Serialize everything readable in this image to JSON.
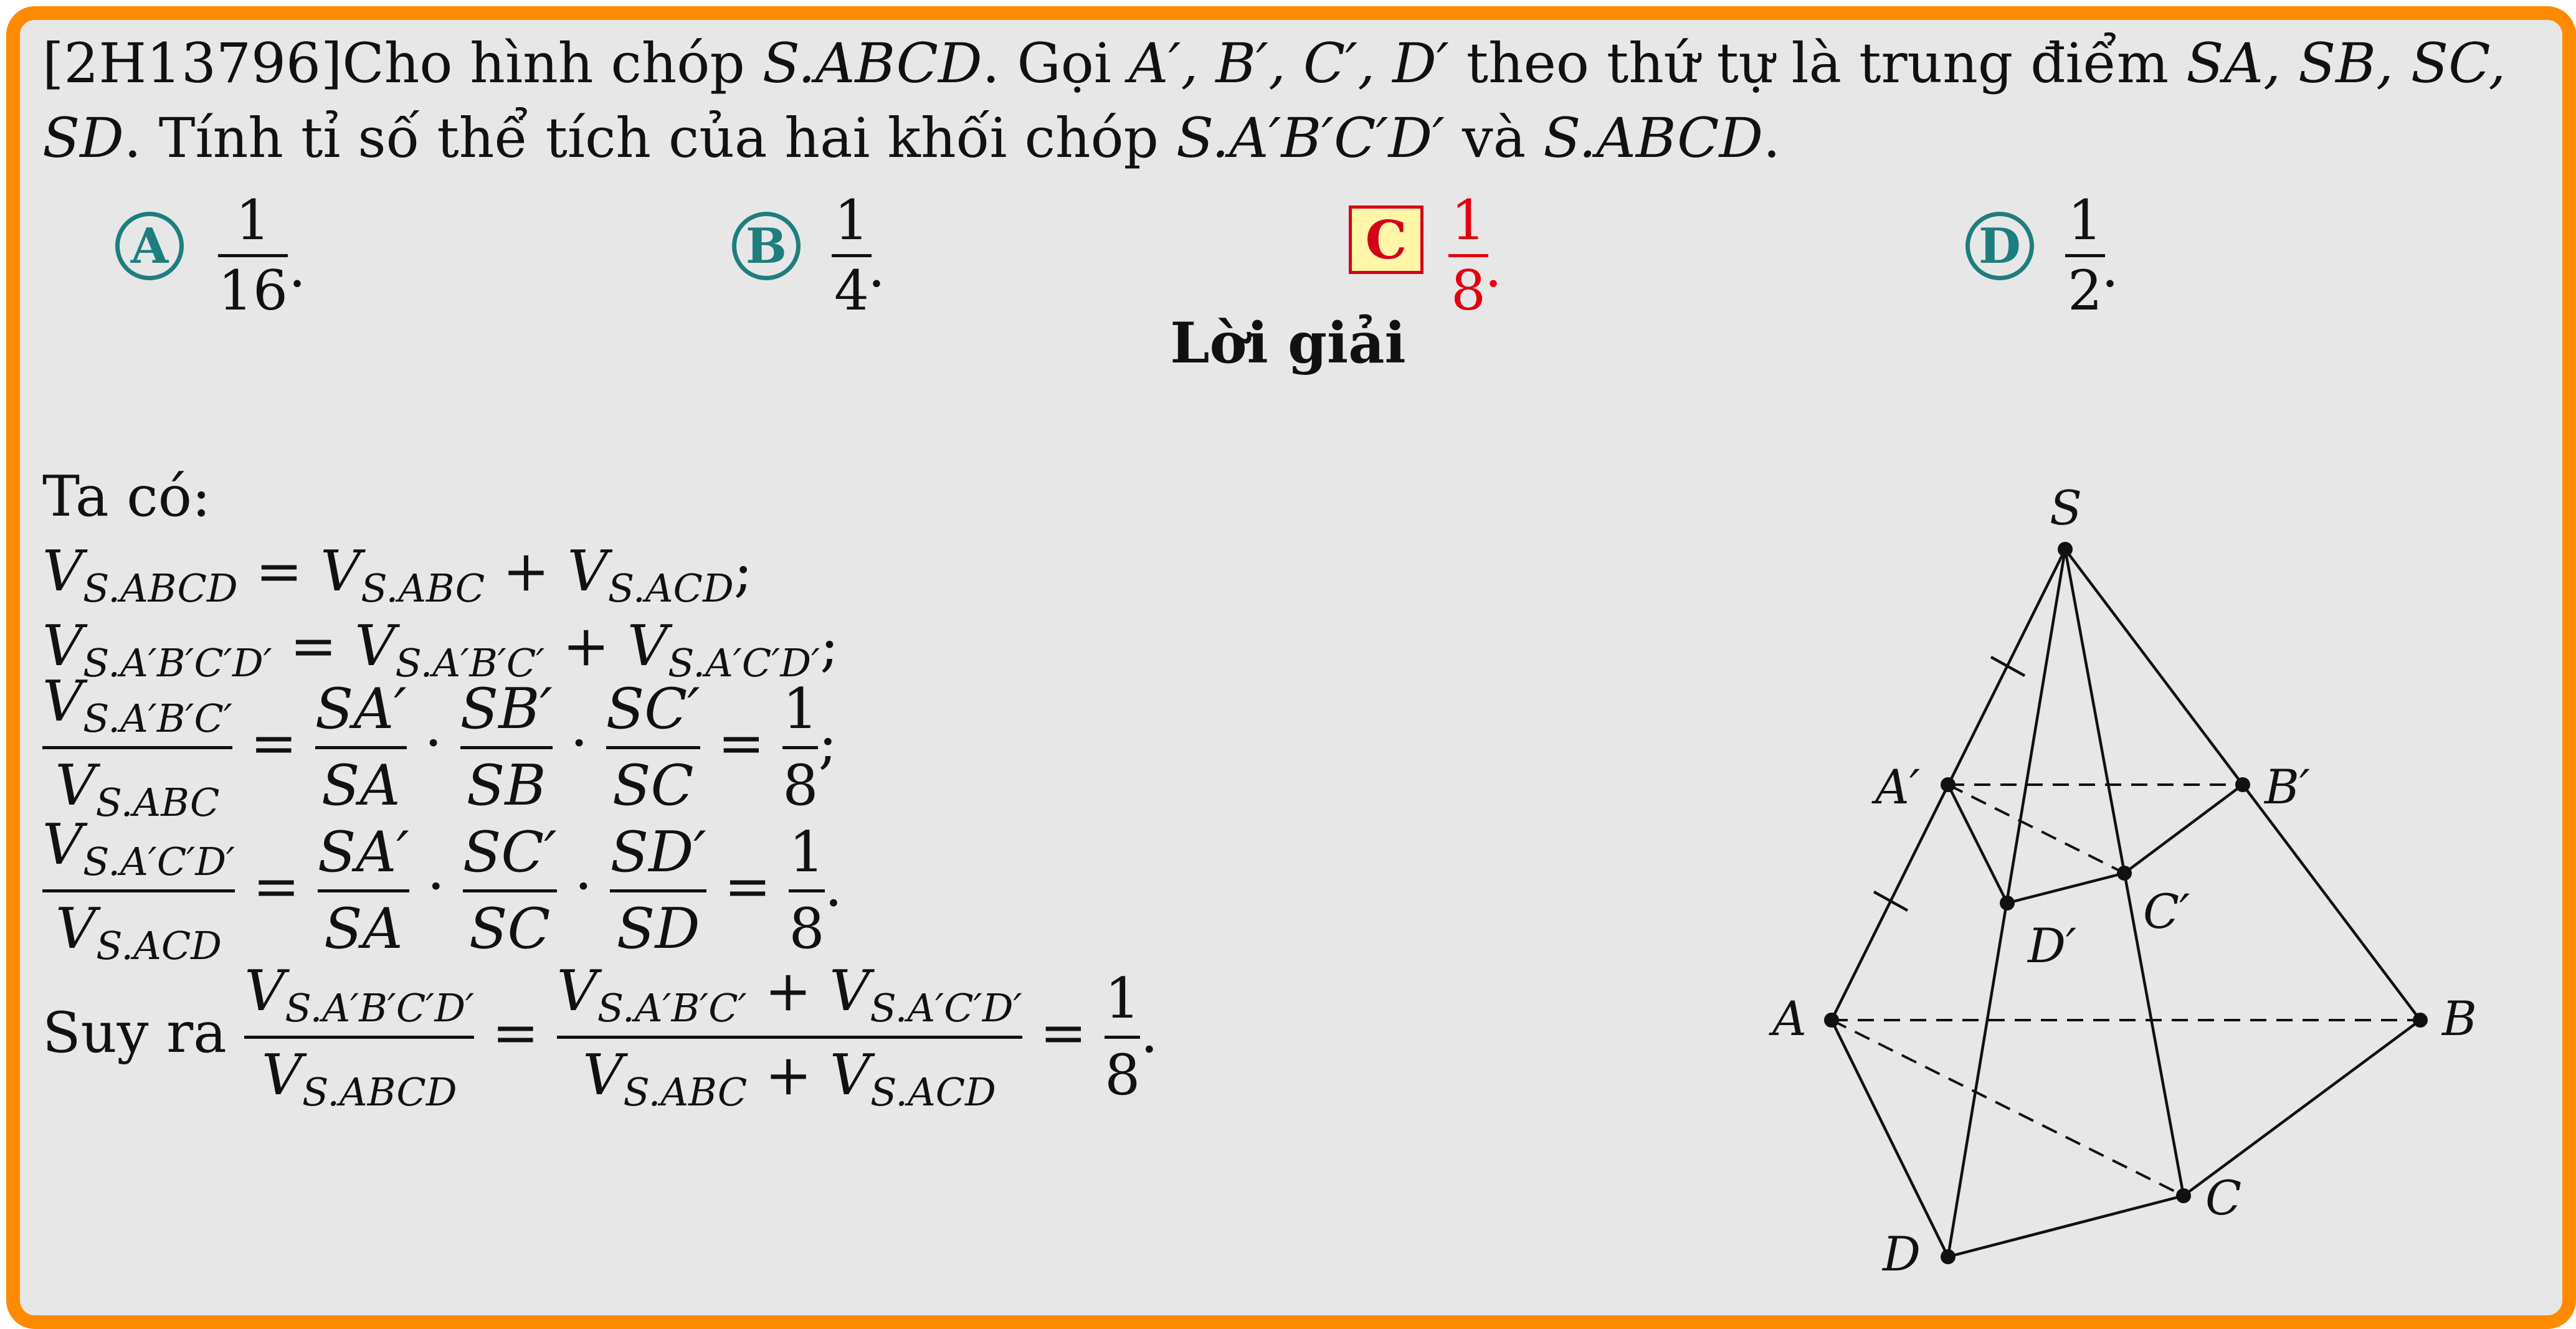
{
  "problem": {
    "code": "[2H13796]",
    "line1_prefix": "Cho hình chóp ",
    "pyramid": "S.ABCD",
    "line1_mid": ". Gọi ",
    "points_primed": "A′, B′, C′, D′",
    "line1_suffix": " theo thứ tự là trung điểm ",
    "edges_line1": "SA, SB, SC,",
    "edge_line2": "SD",
    "line2_text": ". Tính tỉ số thể tích của hai khối chóp ",
    "small_pyramid": "S.A′B′C′D′",
    "conj": " và ",
    "big_pyramid": "S.ABCD",
    "end": "."
  },
  "choices": [
    {
      "letter": "A",
      "num": "1",
      "den": "16",
      "correct": false
    },
    {
      "letter": "B",
      "num": "1",
      "den": "4",
      "correct": false
    },
    {
      "letter": "C",
      "num": "1",
      "den": "8",
      "correct": true
    },
    {
      "letter": "D",
      "num": "1",
      "den": "2",
      "correct": false
    }
  ],
  "solution": {
    "heading": "Lời giải",
    "intro": "Ta có:",
    "suy_ra": "Suy ra"
  },
  "figure": {
    "labels": {
      "S": "S",
      "A": "A",
      "B": "B",
      "C": "C",
      "D": "D",
      "A1": "A′",
      "B1": "B′",
      "C1": "C′",
      "D1": "D′"
    }
  },
  "colors": {
    "border": "#ff8a00",
    "background": "#e7e7e7",
    "choice": "#1e7e7e",
    "correct": "#e3000f",
    "highlight": "#fff6a8"
  }
}
